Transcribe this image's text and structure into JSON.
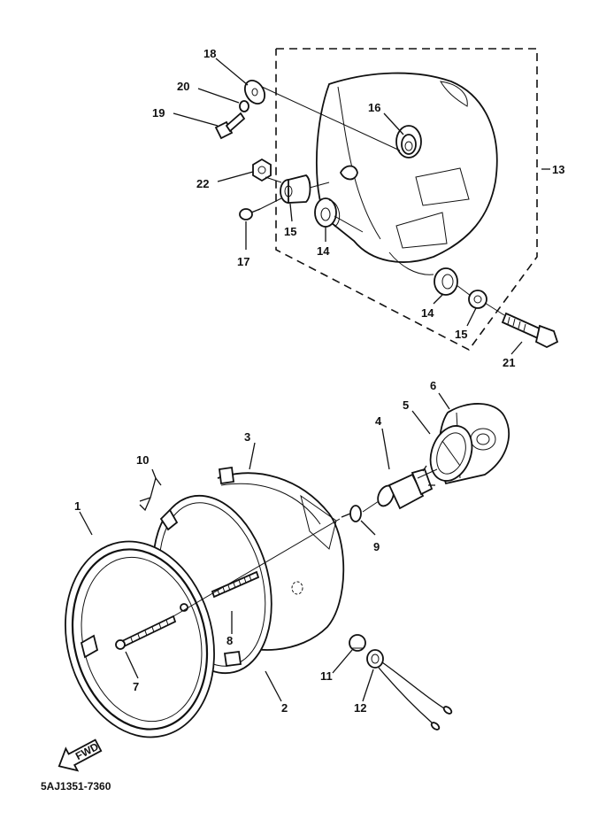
{
  "diagram": {
    "part_numbers": {
      "p1": "1",
      "p2": "2",
      "p3": "3",
      "p4": "4",
      "p5": "5",
      "p6": "6",
      "p7": "7",
      "p8": "8",
      "p9": "9",
      "p10": "10",
      "p11": "11",
      "p12": "12",
      "p13": "13",
      "p14a": "14",
      "p14b": "14",
      "p15a": "15",
      "p15b": "15",
      "p16": "16",
      "p17": "17",
      "p18": "18",
      "p19": "19",
      "p20": "20",
      "p21": "21",
      "p22": "22"
    },
    "drawing_code": "5AJ1351-7360",
    "arrow_text": "FWD",
    "colors": {
      "ink": "#111111",
      "paper": "#ffffff"
    }
  }
}
